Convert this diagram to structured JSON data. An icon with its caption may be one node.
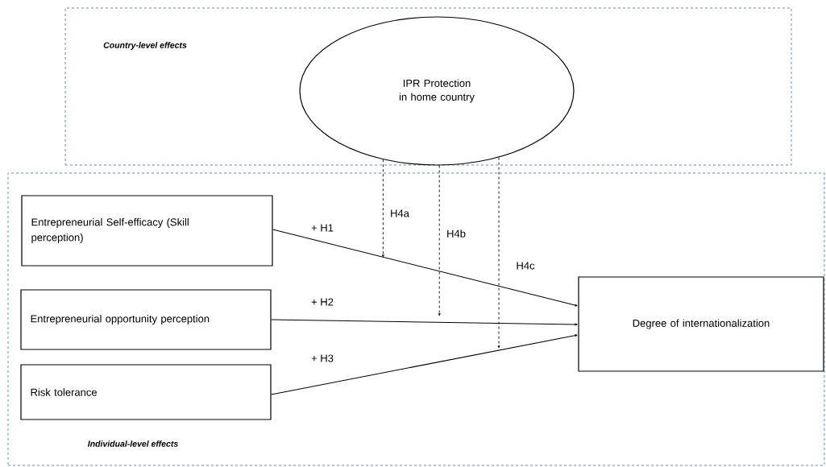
{
  "diagram": {
    "nodes": [
      {
        "text": [
          "Country-level effects"
        ]
      },
      {
        "text": [
          "IPR Protection in home country"
        ],
        "in": 0
      },
      {
        "text": [
          "Individual-level effects"
        ]
      },
      {
        "text": [
          "Entrepreneurial Self-efficacy (Skill perception)"
        ],
        "in": 2
      },
      {
        "text": [
          "Entrepreneurial opportunity perception"
        ],
        "in": 2
      },
      {
        "text": [
          "Risk tolerance"
        ],
        "in": 2
      },
      {
        "text": [
          "Degree of internationalization"
        ],
        "in": 2
      }
    ],
    "edges": [
      {
        "from": 3,
        "to": 6,
        "arrow": "to",
        "label": "+ H1"
      },
      {
        "from": 4,
        "to": 6,
        "arrow": "to",
        "label": "+ H2"
      },
      {
        "from": 5,
        "to": 6,
        "arrow": "to",
        "label": "+ H3"
      },
      {
        "from": 1,
        "to": null,
        "arrow": "to",
        "label": "H4a",
        "style": "dashed"
      },
      {
        "from": 1,
        "to": null,
        "arrow": "to",
        "label": "H4b",
        "style": "dashed"
      },
      {
        "from": 1,
        "to": null,
        "arrow": "to",
        "label": "H4c",
        "style": "dashed"
      }
    ]
  }
}
